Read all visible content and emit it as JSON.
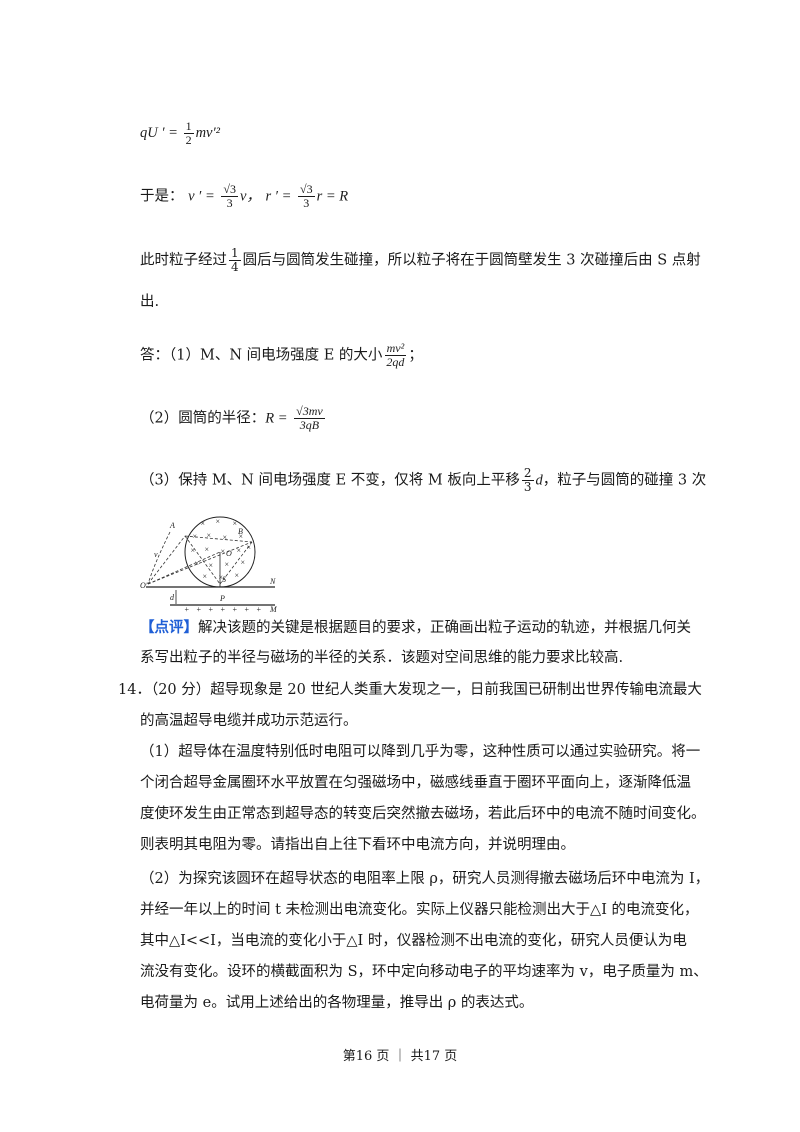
{
  "eq1": {
    "lhs": "qU ′ =",
    "frac_num": "1",
    "frac_den": "2",
    "rhs": "mv′²"
  },
  "eq2": {
    "prefix": "于是：",
    "v_lhs": "v ′ =",
    "v_num": "√3",
    "v_den": "3",
    "v_rhs": "v，",
    "r_lhs": "r ′ =",
    "r_num": "√3",
    "r_den": "3",
    "r_rhs": "r = R"
  },
  "para_collision": {
    "text_a": "此时粒子经过",
    "frac_num": "1",
    "frac_den": "4",
    "text_b": "圆后与圆筒发生碰撞，所以粒子将在于圆筒壁发生 3 次碰撞后由 S 点射",
    "text_c": "出."
  },
  "answer1": {
    "text": "答：（1）M、N 间电场强度 E 的大小",
    "frac_num": "mv²",
    "frac_den": "2qd",
    "tail": "；"
  },
  "answer2": {
    "text": "（2）圆筒的半径：",
    "lhs": "R =",
    "frac_num": "√3mv",
    "frac_den": "3qB"
  },
  "answer3": {
    "text_a": "（3）保持 M、N 间电场强度 E 不变，仅将 M 板向上平移",
    "frac_num": "2",
    "frac_den": "3",
    "var": "d",
    "text_b": "，粒子与圆筒的碰撞 3 次"
  },
  "diagram_labels": {
    "A": "A",
    "B": "B",
    "O": "O",
    "Oprime": "O′",
    "S": "S",
    "N": "N",
    "M": "M",
    "P": "P",
    "d": "d",
    "v": "v"
  },
  "remark": {
    "tag": "【点评】",
    "line1": "解决该题的关键是根据题目的要求，正确画出粒子运动的轨迹，并根据几何关",
    "line2": "系写出粒子的半径与磁场的半径的关系．该题对空间思维的能力要求比较高."
  },
  "q14": {
    "line1": "14．（20 分）超导现象是 20 世纪人类重大发现之一，日前我国已研制出世界传输电流最大",
    "line2": "的高温超导电缆并成功示范运行。",
    "p1_l1": "（1）超导体在温度特别低时电阻可以降到几乎为零，这种性质可以通过实验研究。将一",
    "p1_l2": "个闭合超导金属圈环水平放置在匀强磁场中，磁感线垂直于圈环平面向上，逐渐降低温",
    "p1_l3": "度使环发生由正常态到超导态的转变后突然撤去磁场，若此后环中的电流不随时间变化。",
    "p1_l4": "则表明其电阻为零。请指出自上往下看环中电流方向，并说明理由。",
    "p2_l1": "（2）为探究该圆环在超导状态的电阻率上限 ρ，研究人员测得撤去磁场后环中电流为 I，",
    "p2_l2": "并经一年以上的时间 t 未检测出电流变化。实际上仪器只能检测出大于△I 的电流变化，",
    "p2_l3": "其中△I<<I，当电流的变化小于△I 时，仪器检测不出电流的变化，研究人员便认为电",
    "p2_l4": "流没有变化。设环的横截面积为 S，环中定向移动电子的平均速率为 v，电子质量为 m、",
    "p2_l5": "电荷量为 e。试用上述给出的各物理量，推导出 ρ 的表达式。"
  },
  "footer": "第16 页 ｜ 共17 页"
}
